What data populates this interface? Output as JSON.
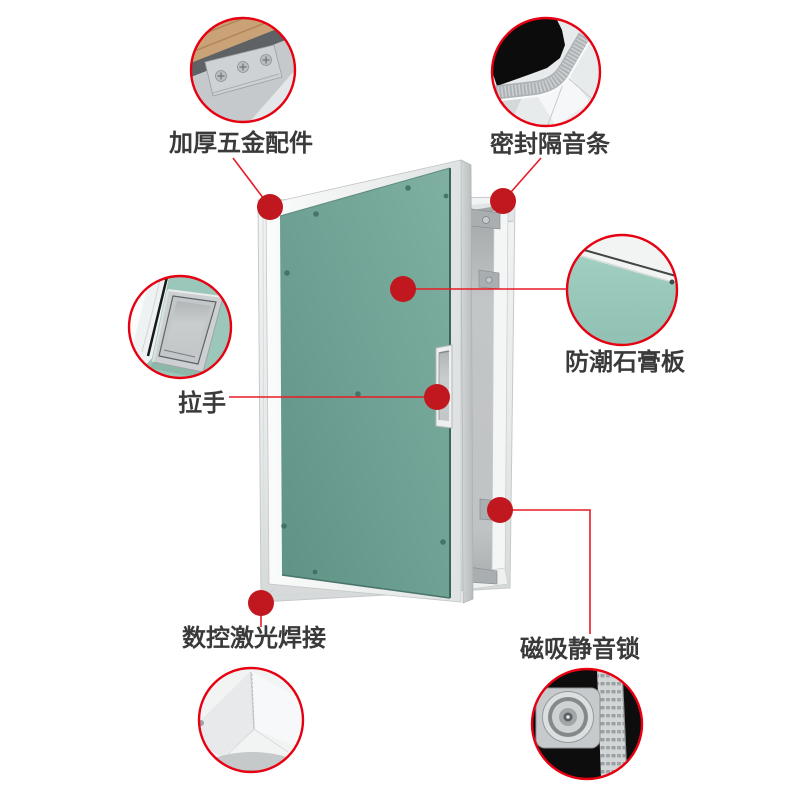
{
  "image_type": "product-feature-diagram",
  "palette": {
    "accent_red": "#e60012",
    "leader_line_red": "#e81c25",
    "marker_dot_red": "#c0181e",
    "label_color": "#3a3a3a",
    "door_green": "#6fa294",
    "photo_green": "#9ccabb",
    "aluminum_light": "#f3f5f5",
    "aluminum_mid": "#c7cacb",
    "wood_floor": "#c9a277",
    "background": "#ffffff"
  },
  "callouts": [
    {
      "id": "hardware",
      "label": "加厚五金配件",
      "photo": "corner-bracket-with-screws-on-wood-floor"
    },
    {
      "id": "seal",
      "label": "密封隔音条",
      "photo": "foam-seal-strip-on-frame-corner"
    },
    {
      "id": "gypsum",
      "label": "防潮石膏板",
      "photo": "green-gypsum-board-edge"
    },
    {
      "id": "handle",
      "label": "拉手",
      "photo": "recessed-flush-metal-handle"
    },
    {
      "id": "welding",
      "label": "数控激光焊接",
      "photo": "welded-white-frame-corner"
    },
    {
      "id": "lock",
      "label": "磁吸静音锁",
      "photo": "magnetic-silent-latch"
    }
  ]
}
